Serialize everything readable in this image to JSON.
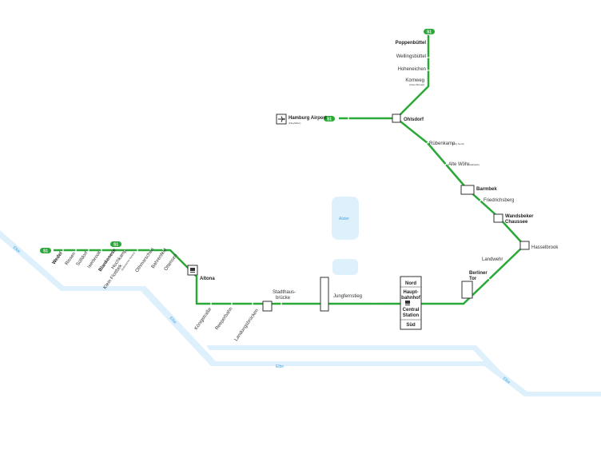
{
  "colors": {
    "line": "#2aa838",
    "water": "#dff0fd",
    "water_label": "#3ca6e0",
    "station_fill": "#ffffff",
    "station_stroke": "#333333"
  },
  "line": {
    "name": "S1"
  },
  "water": {
    "elbe_1": "Elbe",
    "elbe_2": "Elbe",
    "elbe_3": "Elbe",
    "elbe_4": "Elbe",
    "alster": "Alster"
  },
  "stations": {
    "poppenbuettel": "Poppenbüttel",
    "wellingsbuettel": "Wellingsbüttel",
    "hoheneichen": "Hoheneichen",
    "kornweg": "Kornweg",
    "kornweg_sub": "(Klein Borstel)",
    "airport": "Hamburg Airport",
    "airport_sub": "(Flughafen)",
    "ohlsdorf": "Ohlsdorf",
    "ruebenkamp": "Rübenkamp",
    "ruebenkamp_sub": "(City Nord)",
    "alte_woehr": "Alte Wöhr",
    "alte_woehr_sub": "(Stadtpark)",
    "barmbek": "Barmbek",
    "friedrichsberg": "Friedrichsberg",
    "wandsbeker_1": "Wandsbeker",
    "wandsbeker_2": "Chaussee",
    "hasselbrook": "Hasselbrook",
    "landwehr": "Landwehr",
    "berliner_1": "Berliner",
    "berliner_2": "Tor",
    "hbf_nord": "Nord",
    "hbf_1": "Haupt-",
    "hbf_2": "bahnhof",
    "hbf_3": "Central",
    "hbf_4": "Station",
    "hbf_sued": "Süd",
    "jungfernstieg": "Jungfernstieg",
    "stadthaus_1": "Stadthaus-",
    "stadthaus_2": "brücke",
    "landungsbruecken": "Landungsbrücken",
    "reeperbahn": "Reeperbahn",
    "koenigstrasse": "Königstraße",
    "altona": "Altona",
    "wedel": "Wedel",
    "rissen": "Rissen",
    "suelldorf": "Sülldorf",
    "iserbrook": "Iserbrook",
    "blankenese": "Blankenese",
    "hochkamp": "Hochkamp",
    "klein_flottbek": "Klein Flottbek",
    "klein_flottbek_sub": "(Botanischer Garten)",
    "othmarschen": "Othmarschen",
    "bahrenfeld": "Bahrenfeld",
    "ottensen": "Ottensen"
  }
}
